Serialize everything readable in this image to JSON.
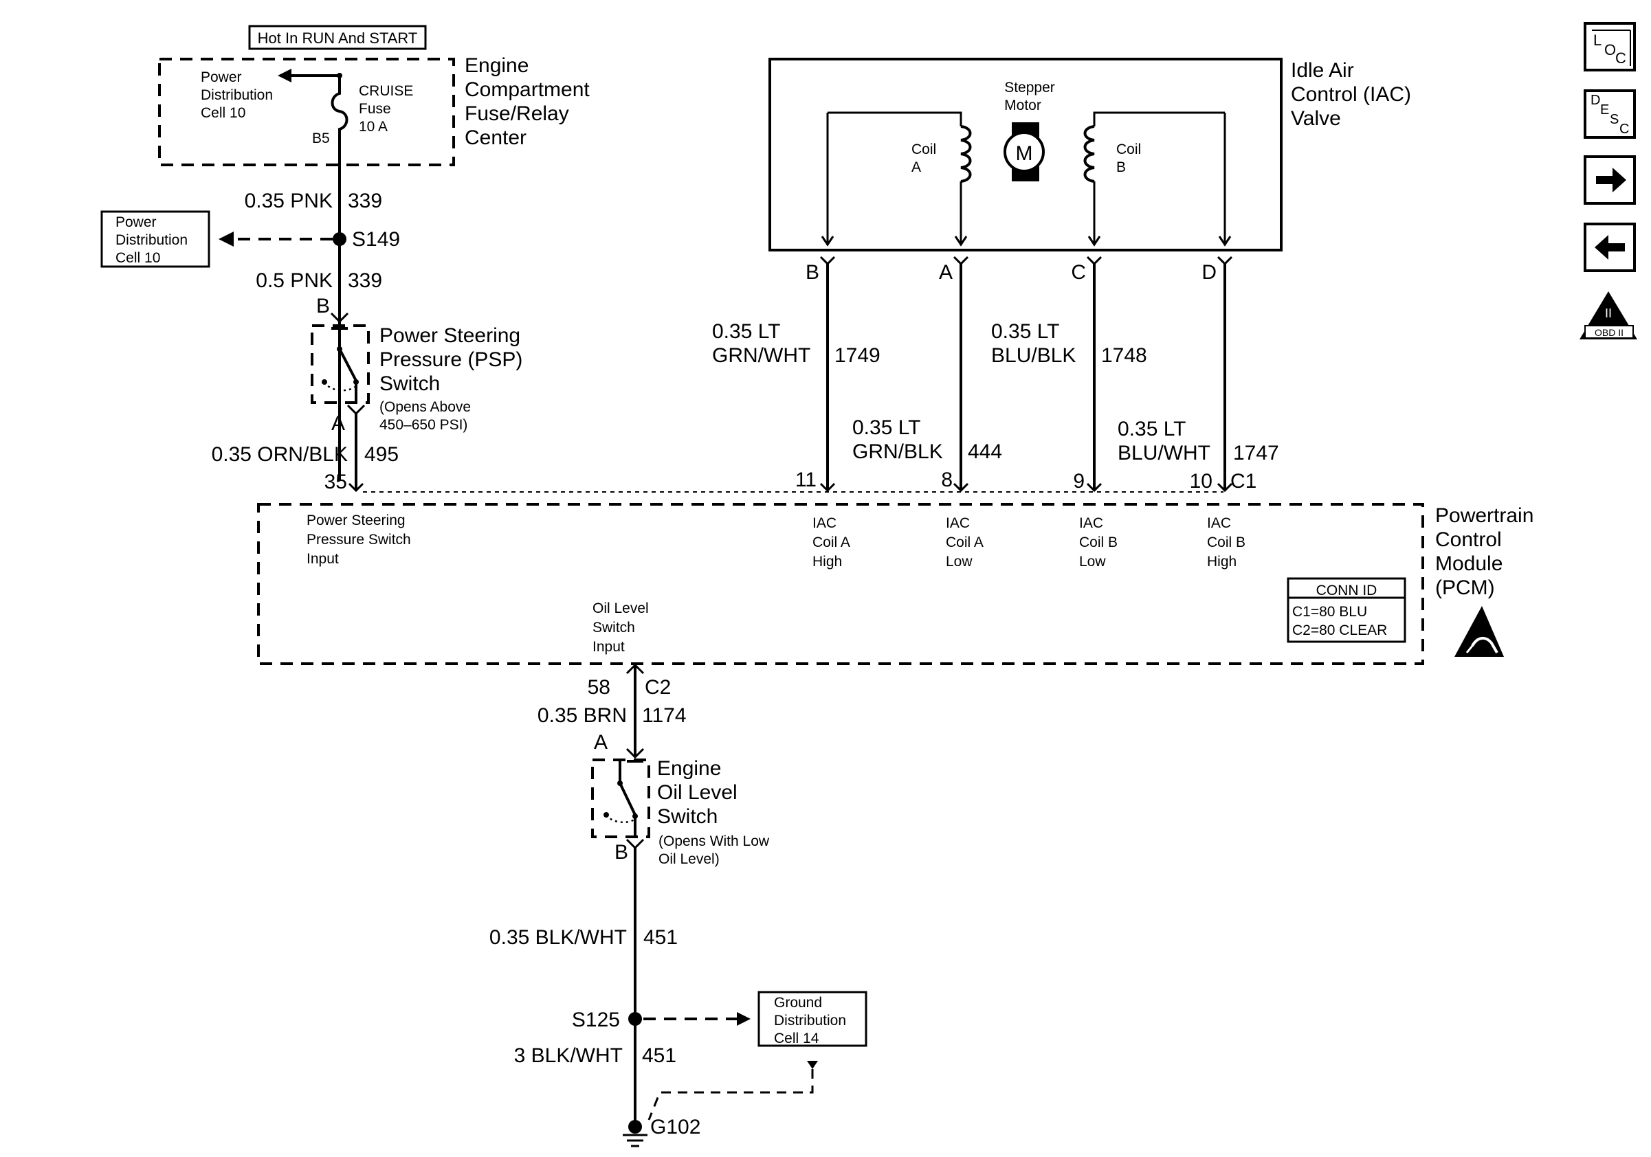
{
  "top": {
    "hot_label": "Hot In RUN And START",
    "fuse_center": {
      "name": [
        "Engine",
        "Compartment",
        "Fuse/Relay",
        "Center"
      ],
      "pd_cell": [
        "Power",
        "Distribution",
        "Cell 10"
      ],
      "fuse": [
        "CRUISE",
        "Fuse",
        "10 A"
      ],
      "pin": "B5"
    }
  },
  "psp_circuit": {
    "wire1": {
      "gauge": "0.35 PNK",
      "num": "339"
    },
    "splice": "S149",
    "pd_box": [
      "Power",
      "Distribution",
      "Cell 10"
    ],
    "wire2": {
      "gauge": "0.5 PNK",
      "num": "339"
    },
    "pin_b": "B",
    "switch": [
      "Power Steering",
      "Pressure (PSP)",
      "Switch"
    ],
    "note": [
      "(Opens Above",
      "450–650 PSI)"
    ],
    "pin_a": "A",
    "wire3": {
      "gauge": "0.35 ORN/BLK",
      "num": "495"
    },
    "pcm_pin": "35"
  },
  "iac": {
    "name": [
      "Idle Air",
      "Control (IAC)",
      "Valve"
    ],
    "motor_label": [
      "Stepper",
      "Motor"
    ],
    "motor_symbol": "M",
    "coil_a": [
      "Coil",
      "A"
    ],
    "coil_b": [
      "Coil",
      "B"
    ],
    "pins": [
      "B",
      "A",
      "C",
      "D"
    ],
    "wires": [
      {
        "gauge": [
          "0.35 LT",
          "GRN/WHT"
        ],
        "num": "1749",
        "pcm_pin": "11"
      },
      {
        "gauge": [
          "0.35 LT",
          "GRN/BLK"
        ],
        "num": "444",
        "pcm_pin": "8"
      },
      {
        "gauge": [
          "0.35 LT",
          "BLU/BLK"
        ],
        "num": "1748",
        "pcm_pin": "9"
      },
      {
        "gauge": [
          "0.35 LT",
          "BLU/WHT"
        ],
        "num": "1747",
        "pcm_pin": "10"
      }
    ],
    "connector": "C1"
  },
  "pcm": {
    "name": [
      "Powertrain",
      "Control",
      "Module",
      "(PCM)"
    ],
    "psp_input": [
      "Power Steering",
      "Pressure Switch",
      "Input"
    ],
    "iac_labels": [
      [
        "IAC",
        "Coil A",
        "High"
      ],
      [
        "IAC",
        "Coil A",
        "Low"
      ],
      [
        "IAC",
        "Coil B",
        "Low"
      ],
      [
        "IAC",
        "Coil B",
        "High"
      ]
    ],
    "oil_input": [
      "Oil Level",
      "Switch",
      "Input"
    ],
    "conn_id": {
      "title": "CONN ID",
      "c1": "C1=80 BLU",
      "c2": "C2=80 CLEAR"
    }
  },
  "oil_circuit": {
    "pcm_pin": "58",
    "connector": "C2",
    "wire1": {
      "gauge": "0.35 BRN",
      "num": "1174"
    },
    "pin_a": "A",
    "switch": [
      "Engine",
      "Oil Level",
      "Switch"
    ],
    "note": [
      "(Opens With Low",
      "Oil Level)"
    ],
    "pin_b": "B",
    "wire2": {
      "gauge": "0.35 BLK/WHT",
      "num": "451"
    },
    "splice": "S125",
    "gd_box": [
      "Ground",
      "Distribution",
      "Cell 14"
    ],
    "wire3": {
      "gauge": "3 BLK/WHT",
      "num": "451"
    },
    "ground": "G102"
  },
  "nav": {
    "loc": {
      "L": "L",
      "O": "O",
      "C": "C"
    },
    "desc": {
      "D": "D",
      "E": "E",
      "S": "S",
      "C": "C"
    },
    "obd": {
      "roman": "II",
      "label": "OBD II"
    }
  }
}
